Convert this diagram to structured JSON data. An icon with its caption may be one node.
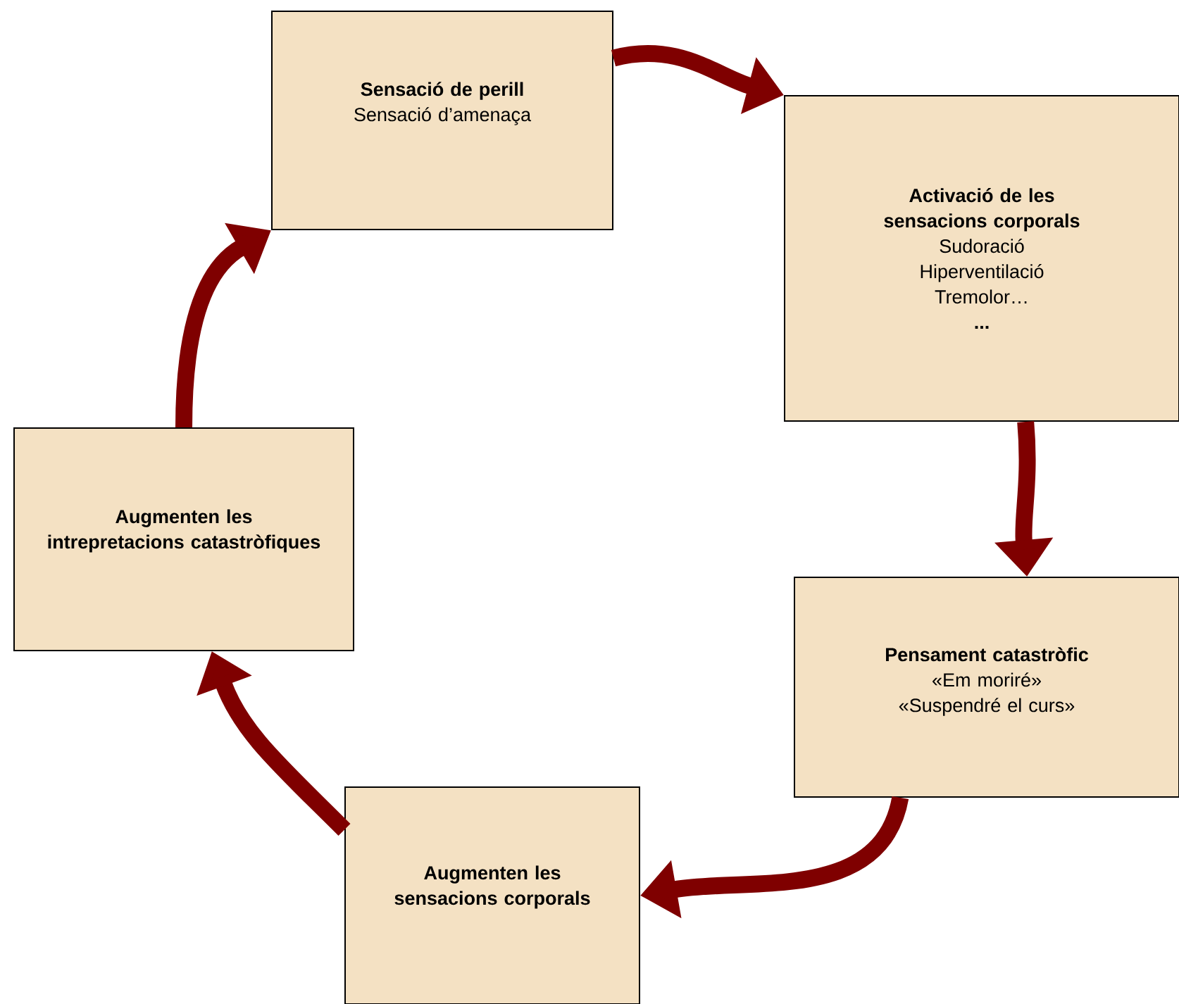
{
  "diagram": {
    "nodes": [
      {
        "text": [
          "Sensació de perill",
          "Sensació d’amenaça"
        ]
      },
      {
        "text": [
          "Activació de les sensacions corporals",
          "Sudoració",
          "Hiperventilació",
          "Tremolor…",
          "..."
        ]
      },
      {
        "text": [
          "Pensament catastròfic",
          "«Em moriré»",
          "«Suspendré el curs»"
        ]
      },
      {
        "text": [
          "Augmenten les sensacions corporals"
        ]
      },
      {
        "text": [
          "Augmenten les intrepretacions catastròfiques"
        ]
      }
    ],
    "edges": [
      {
        "from": 0,
        "to": 1,
        "arrow": "to"
      },
      {
        "from": 1,
        "to": 2,
        "arrow": "to"
      },
      {
        "from": 2,
        "to": 3,
        "arrow": "to"
      },
      {
        "from": 3,
        "to": 4,
        "arrow": "to"
      },
      {
        "from": 4,
        "to": 0,
        "arrow": "to"
      }
    ]
  }
}
